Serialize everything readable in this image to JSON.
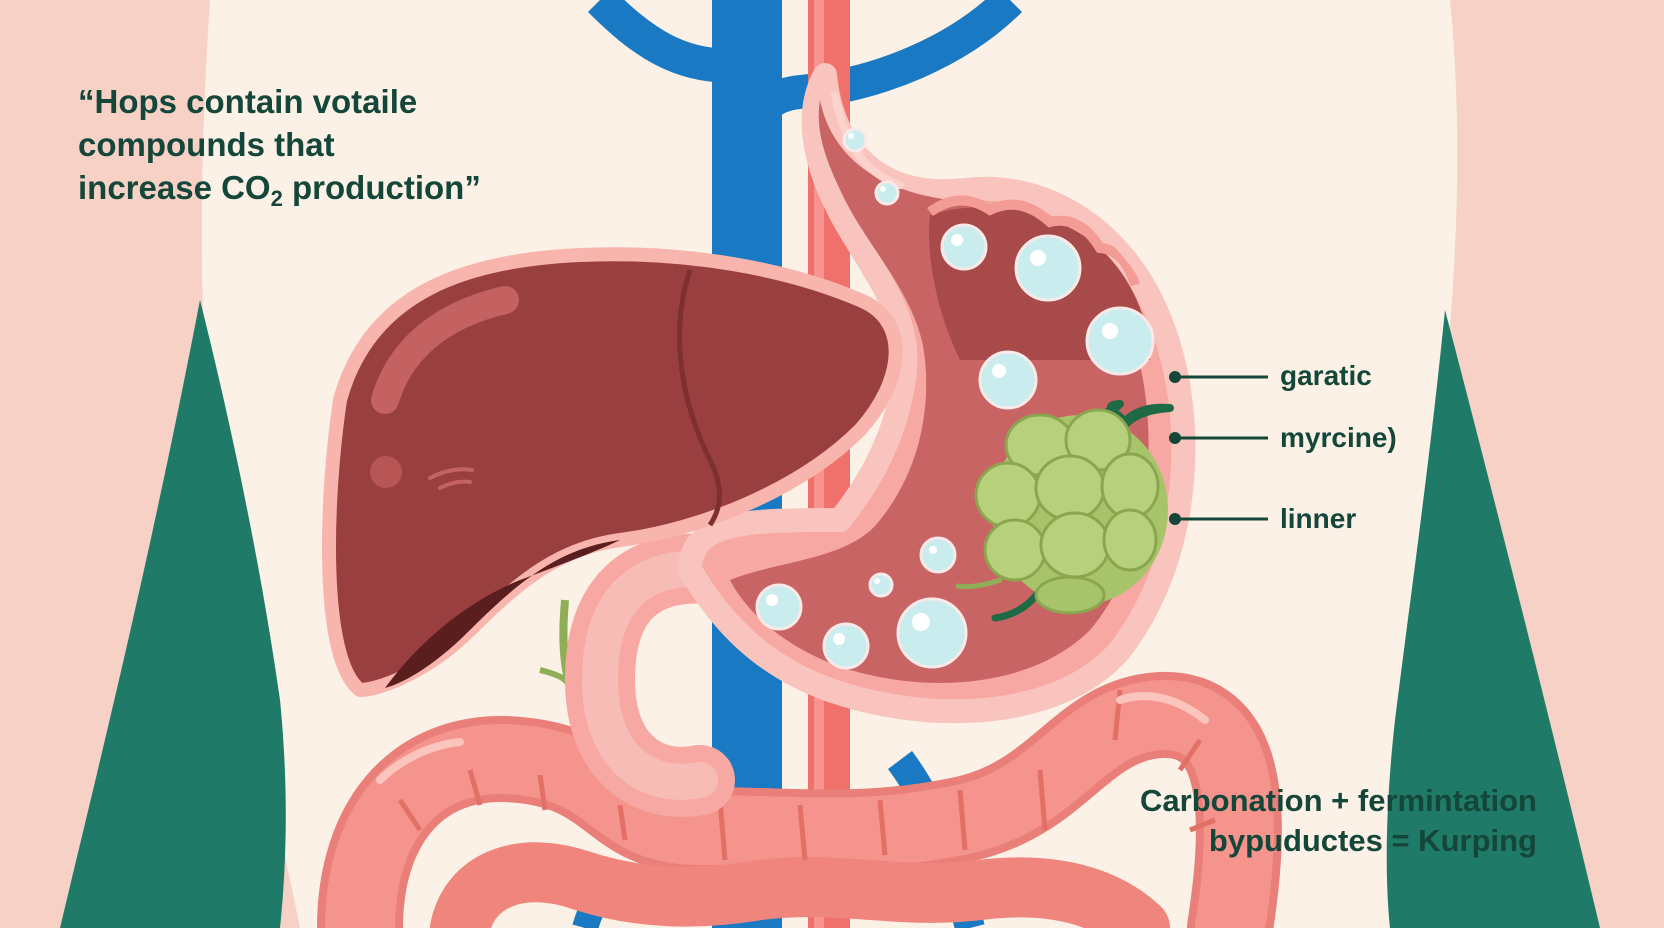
{
  "quote": {
    "line1": "“Hops contain votaile",
    "line2": "compounds that",
    "line3_before": "increase CO",
    "line3_sub": "2",
    "line3_after": " production”"
  },
  "labels": [
    "garatic",
    "myrcine)",
    "linner"
  ],
  "caption": {
    "line1": "Carbonation + fermintation",
    "line2": "bypuductes = Kurping"
  },
  "colors": {
    "background": "#fbf1e6",
    "side_panel": "#f7d0c6",
    "flank": "#1f7a68",
    "vein": "#1979c2",
    "artery": "#f0706c",
    "liver": "#9a3f3f",
    "stomach_outline": "#f7a8a2",
    "stomach_interior": "#c96464",
    "hops": "#a8c46a",
    "bubble": "#c9ecee",
    "intestine": "#f4948c",
    "text": "#14463a"
  }
}
